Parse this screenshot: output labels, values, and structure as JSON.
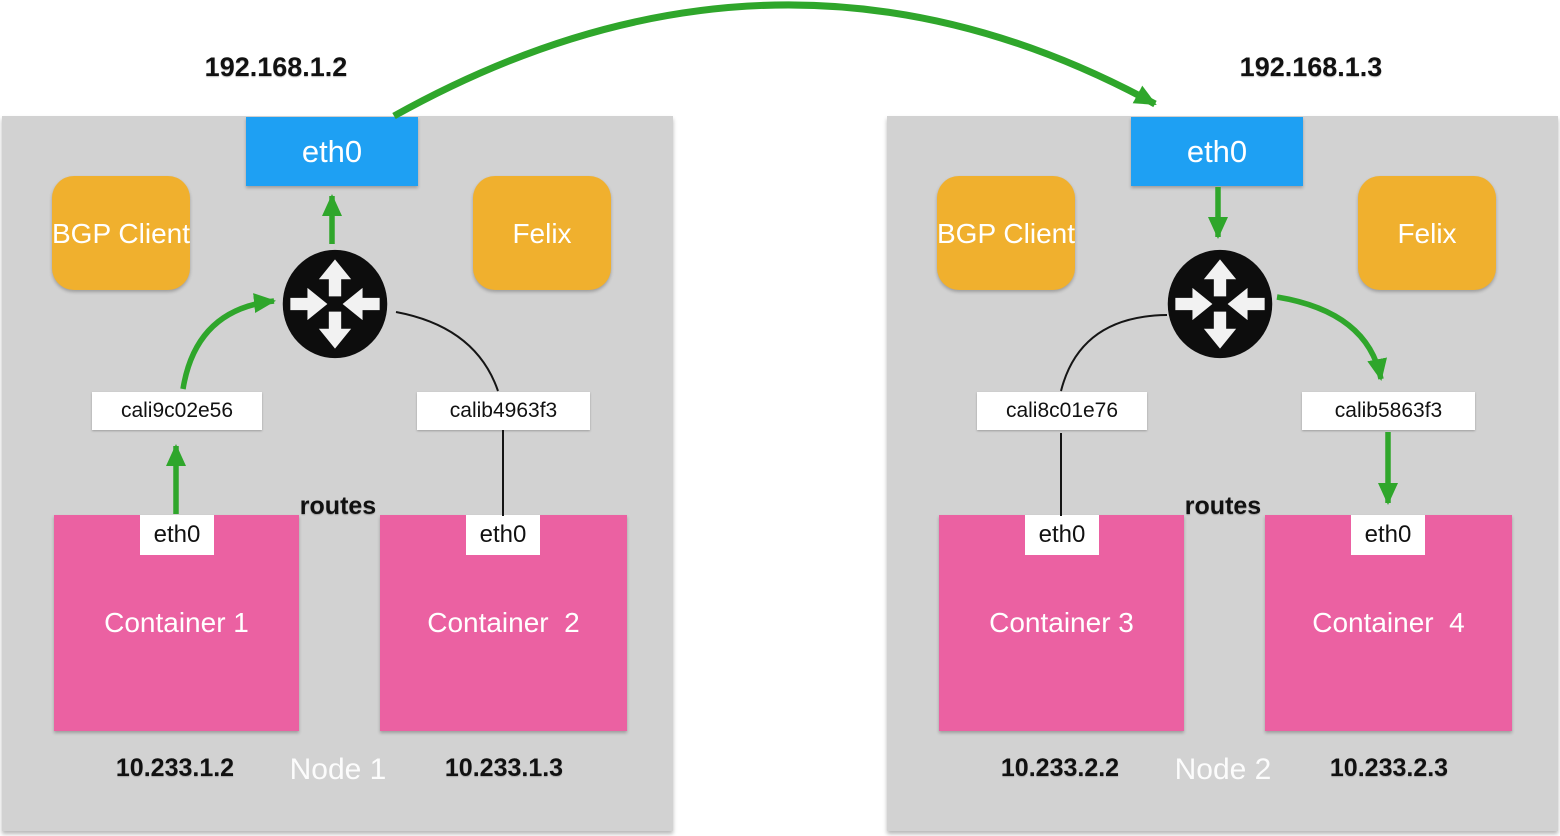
{
  "diagram_title": "Calico two-node container networking",
  "colors": {
    "node_bg": "#d2d2d2",
    "eth0_blue": "#1ea0f3",
    "service_orange": "#f0b02e",
    "container_pink": "#eb61a2",
    "flow_green": "#2fa62b",
    "line_black": "#151515",
    "label_bg": "#ffffff"
  },
  "icons": {
    "router": "router-icon"
  },
  "node1": {
    "host_ip": "192.168.1.2",
    "eth0_label": "eth0",
    "bgp_label": "BGP Client",
    "felix_label": "Felix",
    "routes_label": "routes",
    "veth1": "cali9c02e56",
    "veth2": "calib4963f3",
    "container1": {
      "name": "Container 1",
      "iface": "eth0",
      "ip": "10.233.1.2"
    },
    "container2": {
      "name": "Container  2",
      "iface": "eth0",
      "ip": "10.233.1.3"
    },
    "node_label": "Node 1"
  },
  "node2": {
    "host_ip": "192.168.1.3",
    "eth0_label": "eth0",
    "bgp_label": "BGP Client",
    "felix_label": "Felix",
    "routes_label": "routes",
    "veth1": "cali8c01e76",
    "veth2": "calib5863f3",
    "container1": {
      "name": "Container 3",
      "iface": "eth0",
      "ip": "10.233.2.2"
    },
    "container2": {
      "name": "Container  4",
      "iface": "eth0",
      "ip": "10.233.2.3"
    },
    "node_label": "Node 2"
  }
}
